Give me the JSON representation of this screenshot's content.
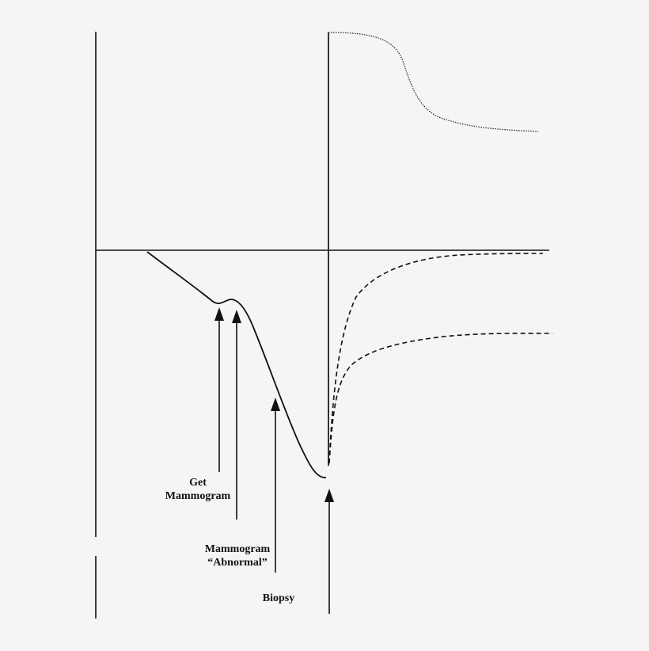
{
  "diagram": {
    "type": "timeline-response-curve",
    "background": "#f5f5f5",
    "stroke_color": "#111111",
    "annotations": [
      {
        "id": "get-mammogram",
        "lines": [
          "Get",
          "Mammogram"
        ]
      },
      {
        "id": "mammogram-abnormal",
        "lines": [
          "Mammogram",
          "“Abnormal”"
        ]
      },
      {
        "id": "biopsy",
        "lines": [
          "Biopsy"
        ]
      }
    ],
    "curves": [
      {
        "name": "pre-biopsy-decline",
        "style": "solid"
      },
      {
        "name": "post-biopsy-positive",
        "style": "dotted"
      },
      {
        "name": "post-biopsy-recovery-full",
        "style": "dashed"
      },
      {
        "name": "post-biopsy-recovery-partial",
        "style": "dashed"
      }
    ]
  },
  "labels": {
    "get_line1": "Get",
    "get_line2": "Mammogram",
    "abnormal_line1": "Mammogram",
    "abnormal_line2": "“Abnormal”",
    "biopsy": "Biopsy"
  }
}
